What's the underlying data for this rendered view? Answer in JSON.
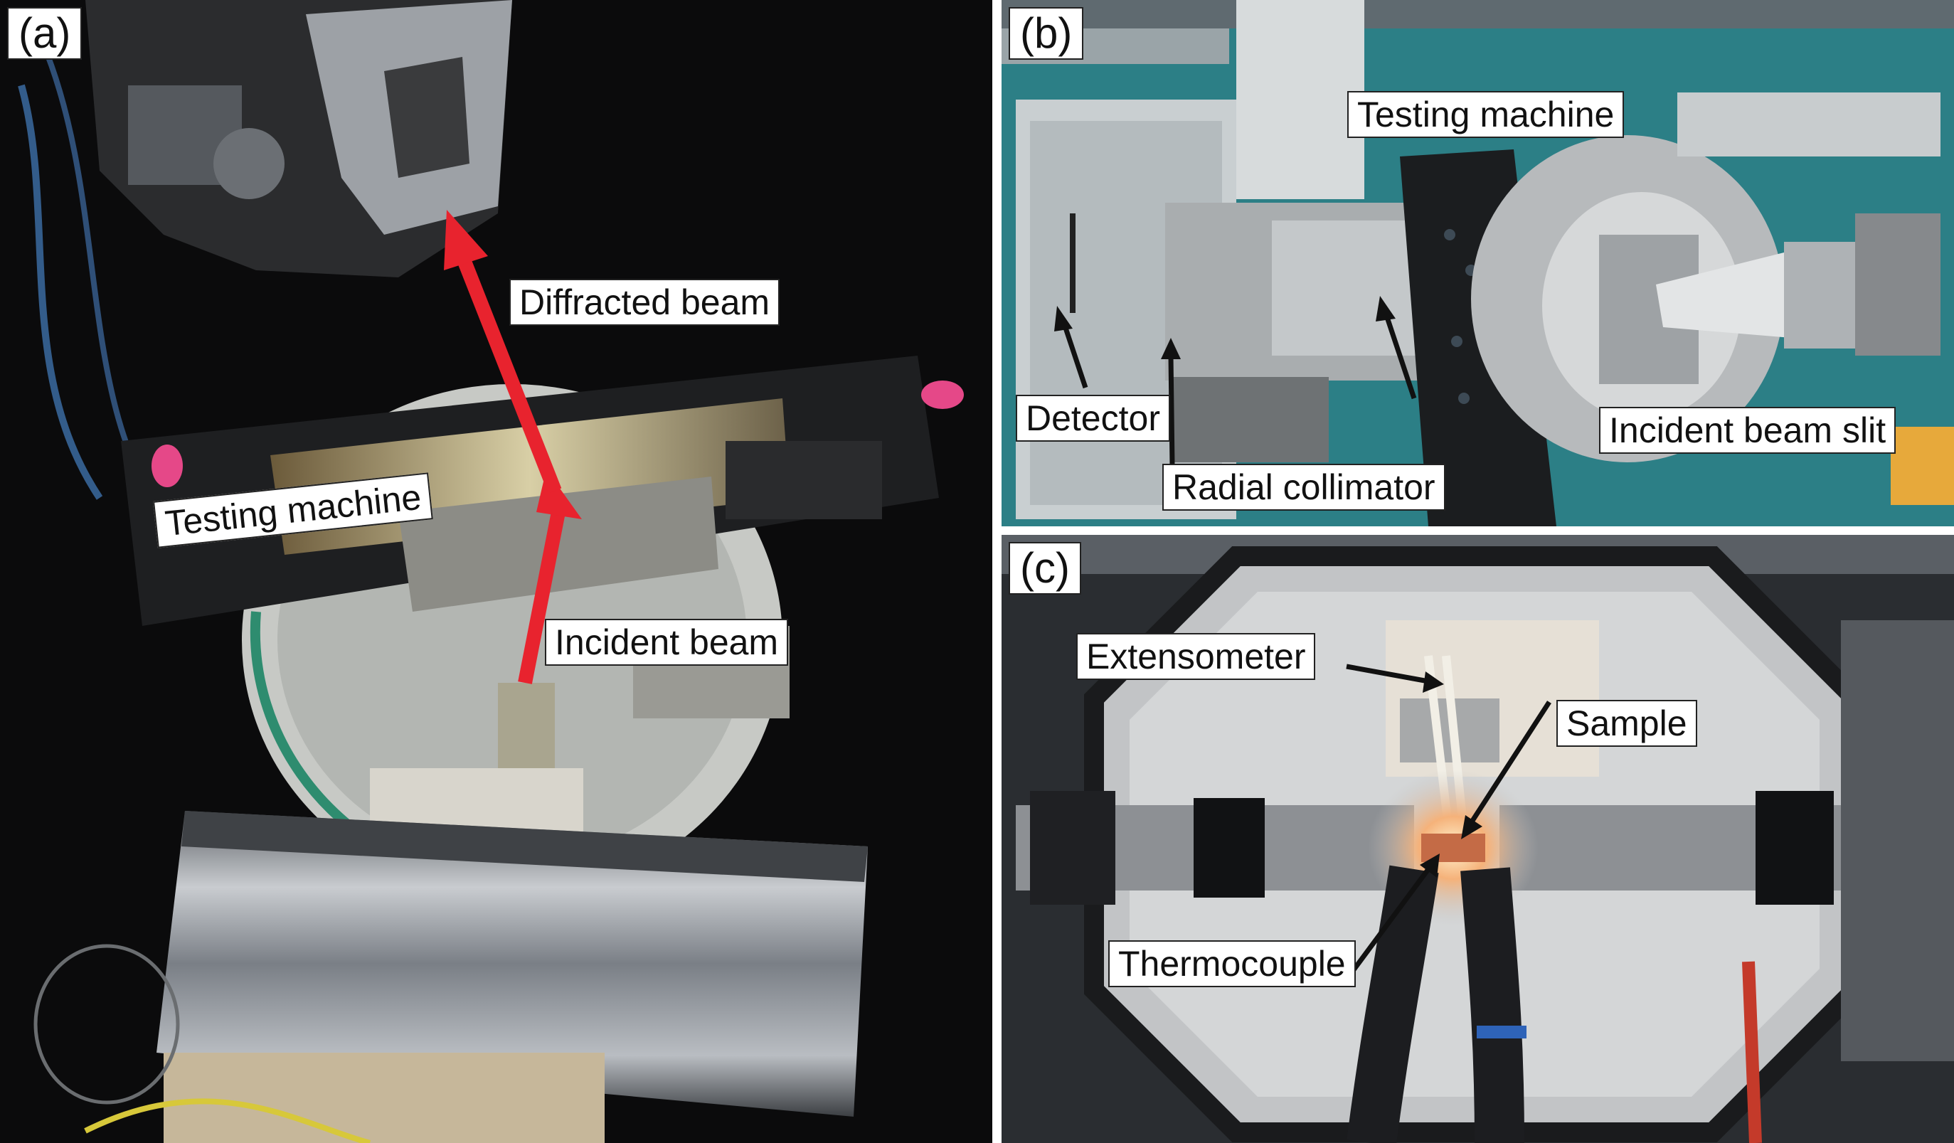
{
  "panels": {
    "a": {
      "letter": "(a)",
      "labels": {
        "diffracted_beam": "Diffracted beam",
        "testing_machine": "Testing machine",
        "incident_beam": "Incident beam"
      }
    },
    "b": {
      "letter": "(b)",
      "labels": {
        "testing_machine": "Testing machine",
        "detector": "Detector",
        "radial_collimator": "Radial collimator",
        "incident_beam_slit": "Incident beam slit"
      }
    },
    "c": {
      "letter": "(c)",
      "labels": {
        "extensometer": "Extensometer",
        "sample": "Sample",
        "thermocouple": "Thermocouple"
      }
    }
  },
  "colors": {
    "beam_arrow": "#e8232e",
    "label_bg": "#ffffff",
    "panel_a_bg": "#0b0b0c",
    "panel_b_bg": "#2c7f86",
    "panel_c_bg": "#2a2d31"
  }
}
